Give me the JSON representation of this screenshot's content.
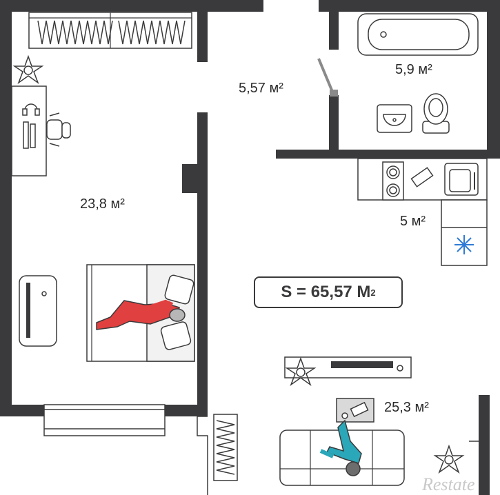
{
  "rooms": {
    "corridor": {
      "area": "5,57 м²"
    },
    "bathroom": {
      "area": "5,9 м²"
    },
    "bedroom": {
      "area": "23,8 м²"
    },
    "kitchen": {
      "area": "5 м²"
    },
    "living": {
      "area": "25,3 м²"
    }
  },
  "total": {
    "prefix": "S = 65,57 M",
    "sup": "2"
  },
  "watermark": {
    "text": "Restate"
  },
  "colors": {
    "wall": "#3a3a3c",
    "bedroom_person": "#e0403f",
    "living_person": "#2aa7b8"
  },
  "icons": [
    "plant-icon",
    "snowflake-icon",
    "headphones-icon",
    "monitor-icon"
  ]
}
